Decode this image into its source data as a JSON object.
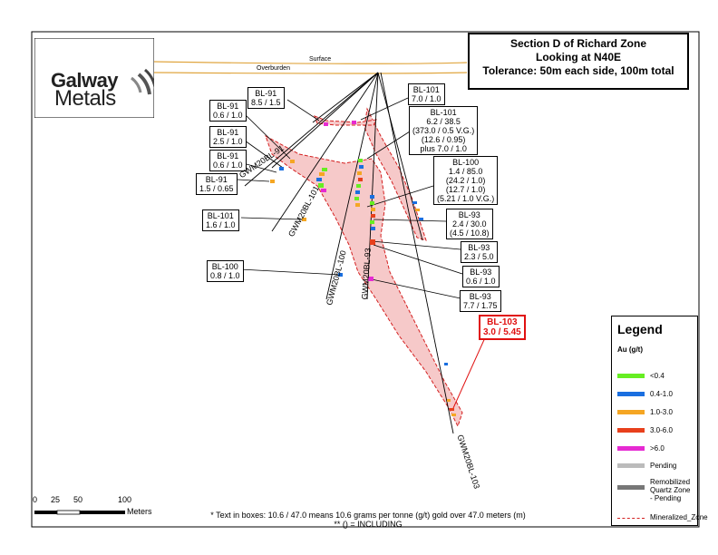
{
  "title": {
    "line1": "Section D of Richard Zone",
    "line2": "Looking at N40E",
    "line3": "Tolerance: 50m each side, 100m total"
  },
  "logo": {
    "word1": "Galway",
    "word2": "Metals"
  },
  "surface_labels": {
    "surface": "Surface",
    "overburden": "Overburden"
  },
  "callouts": [
    {
      "id": "bl91a",
      "line1": "BL-91",
      "line2": "8.5 / 1.5"
    },
    {
      "id": "bl91b",
      "line1": "BL-91",
      "line2": "0.6 / 1.0"
    },
    {
      "id": "bl91c",
      "line1": "BL-91",
      "line2": "2.5 / 1.0"
    },
    {
      "id": "bl91d",
      "line1": "BL-91",
      "line2": "0.6 / 1.0"
    },
    {
      "id": "bl91e",
      "line1": "BL-91",
      "line2": "1.5 / 0.65"
    },
    {
      "id": "bl101a",
      "line1": "BL-101",
      "line2": "1.6 / 1.0"
    },
    {
      "id": "bl100a",
      "line1": "BL-100",
      "line2": "0.8 / 1.0"
    },
    {
      "id": "bl101b",
      "line1": "BL-101",
      "line2": "7.0 / 1.0"
    },
    {
      "id": "bl101c",
      "lines": [
        "BL-101",
        "6.2 / 38.5",
        "(373.0 / 0.5 V.G.)",
        "(12.6 / 0.95)",
        "plus 7.0 / 1.0"
      ]
    },
    {
      "id": "bl100b",
      "lines": [
        "BL-100",
        "1.4 / 85.0",
        "(24.2 / 1.0)",
        "(12.7 / 1.0)",
        "(5.21 / 1.0 V.G.)"
      ]
    },
    {
      "id": "bl93a",
      "lines": [
        "BL-93",
        "2.4 / 30.0",
        "(4.5 / 10.8)"
      ]
    },
    {
      "id": "bl93b",
      "line1": "BL-93",
      "line2": "2.3 / 5.0"
    },
    {
      "id": "bl93c",
      "line1": "BL-93",
      "line2": "0.6 / 1.0"
    },
    {
      "id": "bl93d",
      "line1": "BL-93",
      "line2": "7.7 / 1.75"
    },
    {
      "id": "bl103",
      "line1": "BL-103",
      "line2": "3.0 / 5.45"
    }
  ],
  "hole_labels": {
    "gwm20bl91": "GWM20BL-91",
    "gwm20bl101": "GWM20BL-101",
    "gwm20bl100": "GWM20BL-100",
    "gwm20bl93": "GWM20BL-93",
    "gwm20bl103": "GWM20BL-103"
  },
  "legend": {
    "title": "Legend",
    "subtitle": "Au (g/t)",
    "items": [
      {
        "label": "<0.4",
        "color": "#66ee22"
      },
      {
        "label": "0.4-1.0",
        "color": "#1a6fe0"
      },
      {
        "label": "1.0-3.0",
        "color": "#f5a623"
      },
      {
        "label": "3.0-6.0",
        "color": "#e8401c"
      },
      {
        "label": ">6.0",
        "color": "#e62ad2"
      },
      {
        "label": "Pending",
        "color": "#bbbbbb"
      },
      {
        "label": "Remobilized Quartz Zone - Pending",
        "color": "#777777"
      },
      {
        "label": "Mineralized_Zone",
        "color": "#d42020"
      }
    ]
  },
  "scale_bar": {
    "t0": "0",
    "t25": "25",
    "t50": "50",
    "t100": "100",
    "unit": "Meters"
  },
  "footnote": {
    "line1": "* Text in boxes: 10.6 / 47.0 means 10.6 grams per tonne (g/t) gold over 47.0 meters (m)",
    "line2": "** () = INCLUDING"
  },
  "colors": {
    "zone_fill": "#f6c9c9",
    "zone_line": "#d42020",
    "surface": "#e0a640",
    "highlight": "#e01010"
  }
}
